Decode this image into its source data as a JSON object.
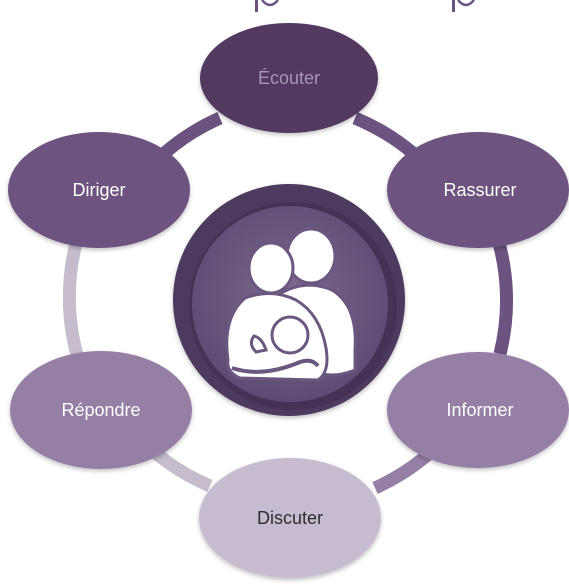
{
  "diagram": {
    "center_icon": "parent-child-icon",
    "nodes": [
      {
        "id": "ecouter",
        "label": "Écouter",
        "fill": "#52385E",
        "text_color": "#A896B5"
      },
      {
        "id": "rassurer",
        "label": "Rassurer",
        "fill": "#6E5280",
        "text_color": "#FFFFFF"
      },
      {
        "id": "informer",
        "label": "Informer",
        "fill": "#957FA5",
        "text_color": "#FFFFFF"
      },
      {
        "id": "discuter",
        "label": "Discuter",
        "fill": "#C7BCCF",
        "text_color": "#2E2E2E"
      },
      {
        "id": "repondre",
        "label": "Répondre",
        "fill": "#957FA5",
        "text_color": "#FFFFFF"
      },
      {
        "id": "diriger",
        "label": "Diriger",
        "fill": "#6E5280",
        "text_color": "#FFFFFF"
      }
    ],
    "colors": {
      "ring_dark": "#6B5280",
      "ring_mid": "#957FA5",
      "ring_light": "#C6BCCD",
      "center_outer": "#4E3B5E",
      "center_inner": "#6B5780",
      "icon": "#FFFFFF",
      "top_partial": "#6B5280"
    }
  }
}
